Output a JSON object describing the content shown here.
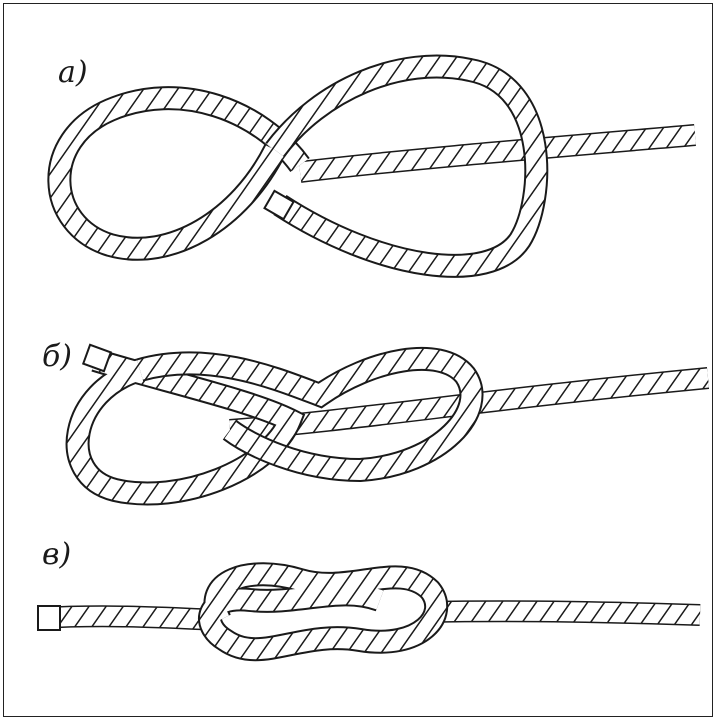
{
  "steps": [
    {
      "label": "a)"
    },
    {
      "label": "б)"
    },
    {
      "label": "в)"
    }
  ],
  "colors": {
    "ink": "#1a1a1a",
    "paper": "#ffffff"
  }
}
